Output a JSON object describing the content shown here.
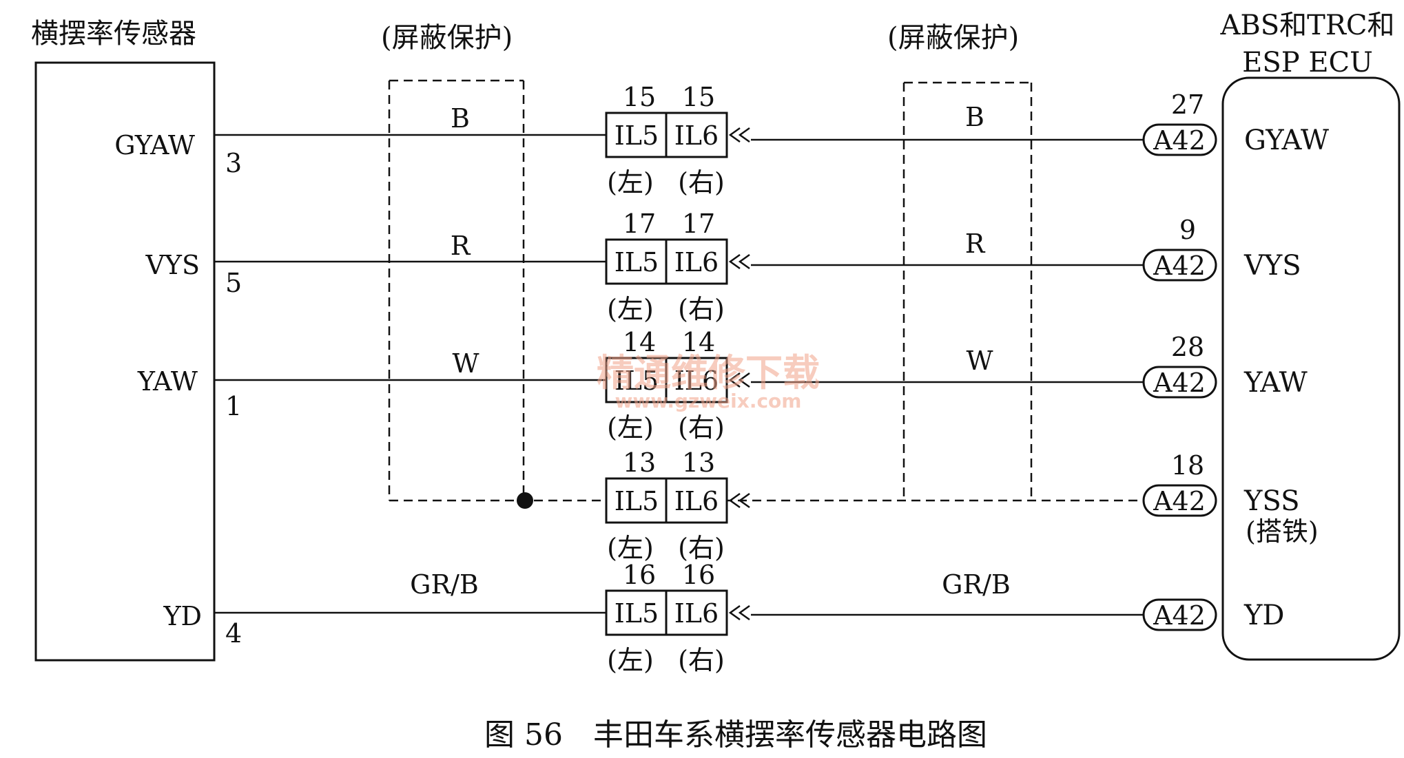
{
  "sensor": {
    "title": "横摆率传感器",
    "pins": [
      {
        "label": "GYAW",
        "pin": "3"
      },
      {
        "label": "VYS",
        "pin": "5"
      },
      {
        "label": "YAW",
        "pin": "1"
      },
      {
        "label": "YD",
        "pin": "4"
      }
    ]
  },
  "shield": {
    "left_label": "(屏蔽保护)",
    "right_label": "(屏蔽保护)"
  },
  "ecu": {
    "title_line1": "ABS和TRC和",
    "title_line2": "ESP ECU",
    "terminals": [
      {
        "connector": "A42",
        "pin": "27",
        "label": "GYAW"
      },
      {
        "connector": "A42",
        "pin": "9",
        "label": "VYS"
      },
      {
        "connector": "A42",
        "pin": "28",
        "label": "YAW"
      },
      {
        "connector": "A42",
        "pin": "18",
        "label": "YSS"
      },
      {
        "connector": "A42",
        "pin": "",
        "label": "YD"
      }
    ],
    "yss_sub": "(搭铁)"
  },
  "wires": [
    {
      "left_color": "B",
      "right_color": "B"
    },
    {
      "left_color": "R",
      "right_color": "R"
    },
    {
      "left_color": "W",
      "right_color": "W"
    },
    {
      "left_color": "",
      "right_color": ""
    },
    {
      "left_color": "GR/B",
      "right_color": "GR/B"
    }
  ],
  "junctions": [
    {
      "left": "IL5",
      "right": "IL6",
      "pin_left": "15",
      "pin_right": "15",
      "side_left": "(左)",
      "side_right": "(右)"
    },
    {
      "left": "IL5",
      "right": "IL6",
      "pin_left": "17",
      "pin_right": "17",
      "side_left": "(左)",
      "side_right": "(右)"
    },
    {
      "left": "IL5",
      "right": "IL6",
      "pin_left": "14",
      "pin_right": "14",
      "side_left": "(左)",
      "side_right": "(右)"
    },
    {
      "left": "IL5",
      "right": "IL6",
      "pin_left": "13",
      "pin_right": "13",
      "side_left": "(左)",
      "side_right": "(右)"
    },
    {
      "left": "IL5",
      "right": "IL6",
      "pin_left": "16",
      "pin_right": "16",
      "side_left": "(左)",
      "side_right": "(右)"
    }
  ],
  "watermark": {
    "text": "精通维修下载",
    "url": "www.gzweix.com"
  },
  "caption": "图 56　丰田车系横摆率传感器电路图"
}
